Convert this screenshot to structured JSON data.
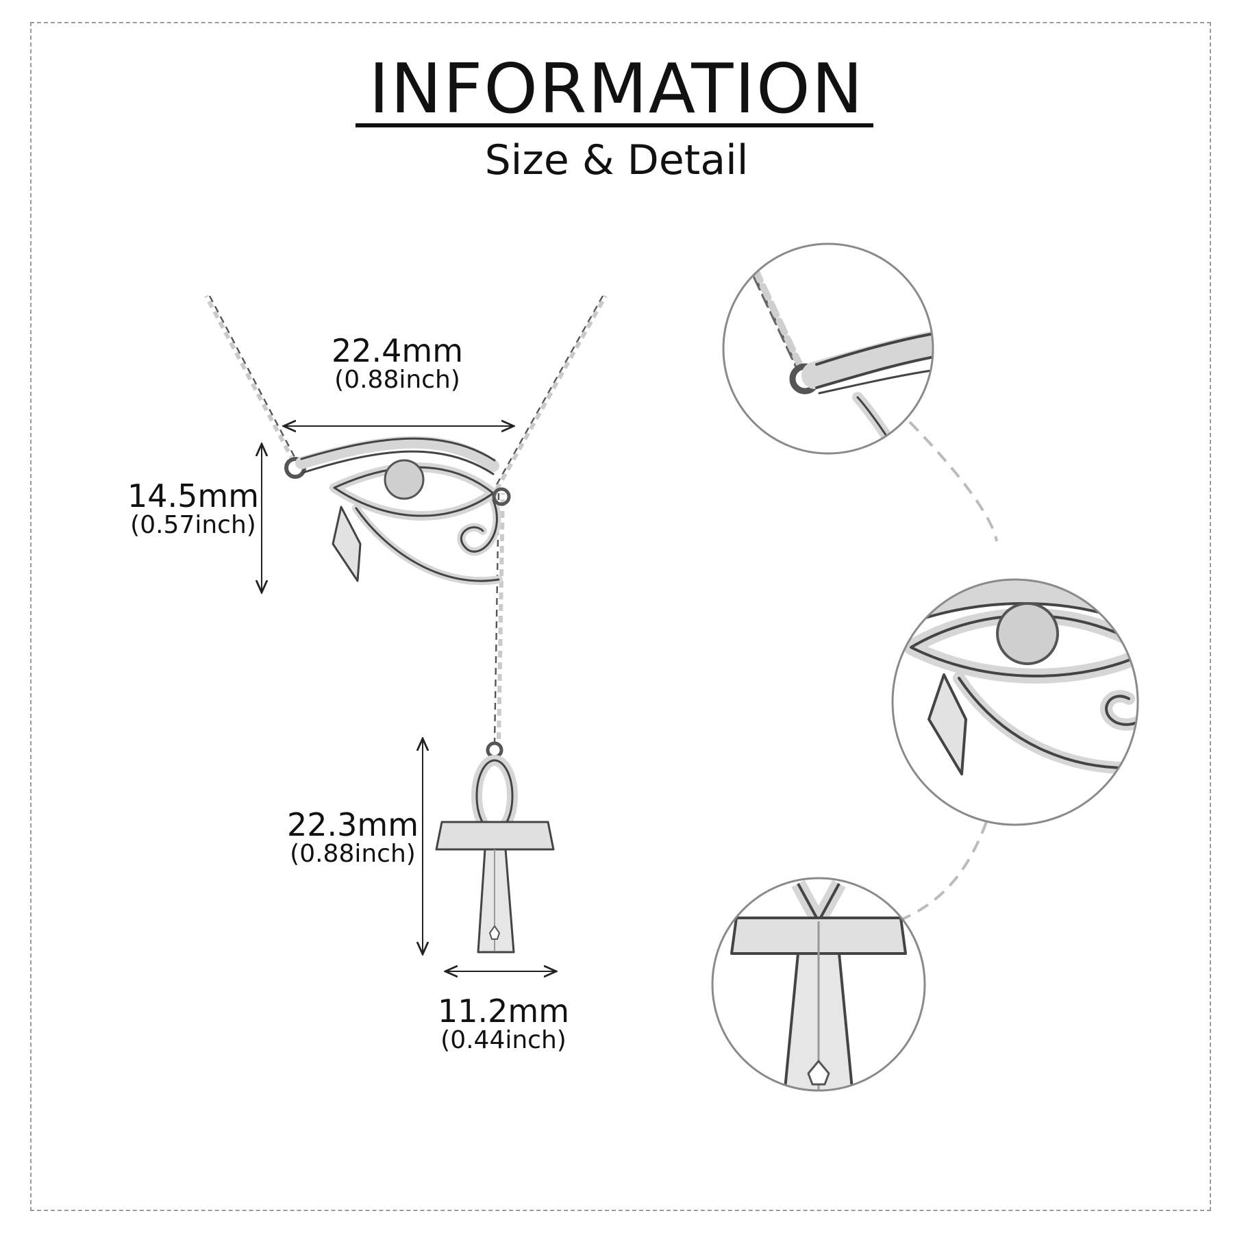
{
  "header": {
    "title": "INFORMATION",
    "subtitle": "Size & Detail"
  },
  "dimensions": {
    "eye_width": {
      "mm": "22.4mm",
      "inch": "(0.88inch)"
    },
    "eye_height": {
      "mm": "14.5mm",
      "inch": "(0.57inch)"
    },
    "ankh_height": {
      "mm": "22.3mm",
      "inch": "(0.88inch)"
    },
    "ankh_width": {
      "mm": "11.2mm",
      "inch": "(0.44inch)"
    }
  },
  "colors": {
    "frame": "#9a9a9a",
    "silver": "#d9d9d9",
    "outline": "#444444",
    "connector": "#bbbbbb"
  },
  "detail_views": [
    "chain-link-detail",
    "eye-detail",
    "ankh-detail"
  ]
}
